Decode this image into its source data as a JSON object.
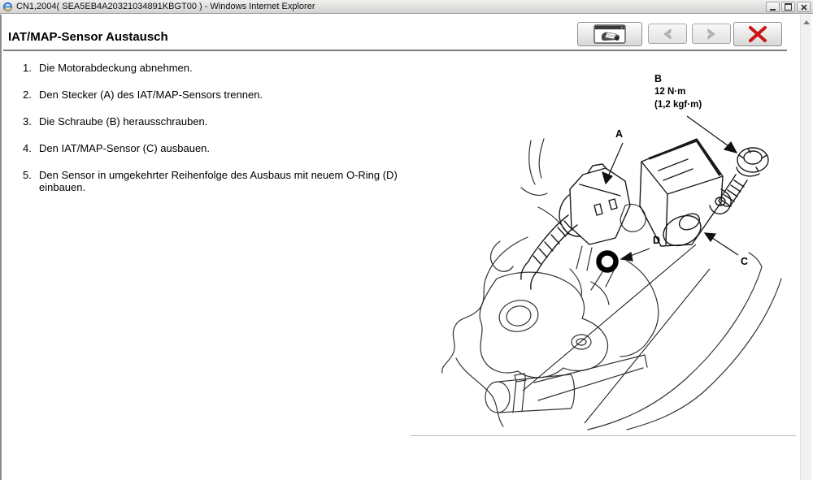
{
  "window": {
    "title": "CN1,2004( SEA5EB4A20321034891KBGT00 ) - Windows Internet Explorer",
    "icon": "internet-explorer-icon",
    "controls": [
      {
        "name": "minimize-button",
        "icon": "minimize-icon"
      },
      {
        "name": "restore-button",
        "icon": "restore-icon"
      },
      {
        "name": "close-window-button",
        "icon": "close-icon"
      }
    ]
  },
  "toolbar": {
    "buttons": [
      {
        "name": "print-button",
        "icon": "printer-icon"
      },
      {
        "name": "back-button",
        "icon": "chevron-left-icon",
        "state": "disabled"
      },
      {
        "name": "forward-button",
        "icon": "chevron-right-icon",
        "state": "disabled"
      },
      {
        "name": "close-page-button",
        "icon": "red-x-icon"
      }
    ],
    "colors": {
      "close_x": "#c81616",
      "disabled_arrow": "#b9bcc0"
    }
  },
  "page": {
    "heading": "IAT/MAP-Sensor Austausch",
    "steps": [
      {
        "num": "1.",
        "text": "Die Motorabdeckung abnehmen."
      },
      {
        "num": "2.",
        "text": "Den Stecker (A) des IAT/MAP-Sensors trennen."
      },
      {
        "num": "3.",
        "text": "Die Schraube (B) herausschrauben."
      },
      {
        "num": "4.",
        "text": "Den IAT/MAP-Sensor (C) ausbauen."
      },
      {
        "num": "5.",
        "text": "Den Sensor in umgekehrter Reihenfolge des Ausbaus mit neuem O-Ring (D) einbauen."
      }
    ]
  },
  "diagram": {
    "description": "Exploded line drawing of IAT/MAP sensor removal from throttle body",
    "labels": {
      "a": "A",
      "b": "B",
      "c": "C",
      "d": "D"
    },
    "torque": {
      "nm": "12 N·m",
      "kgf": "(1,2 kgf·m)"
    },
    "line_color": "#2b2b2b"
  }
}
